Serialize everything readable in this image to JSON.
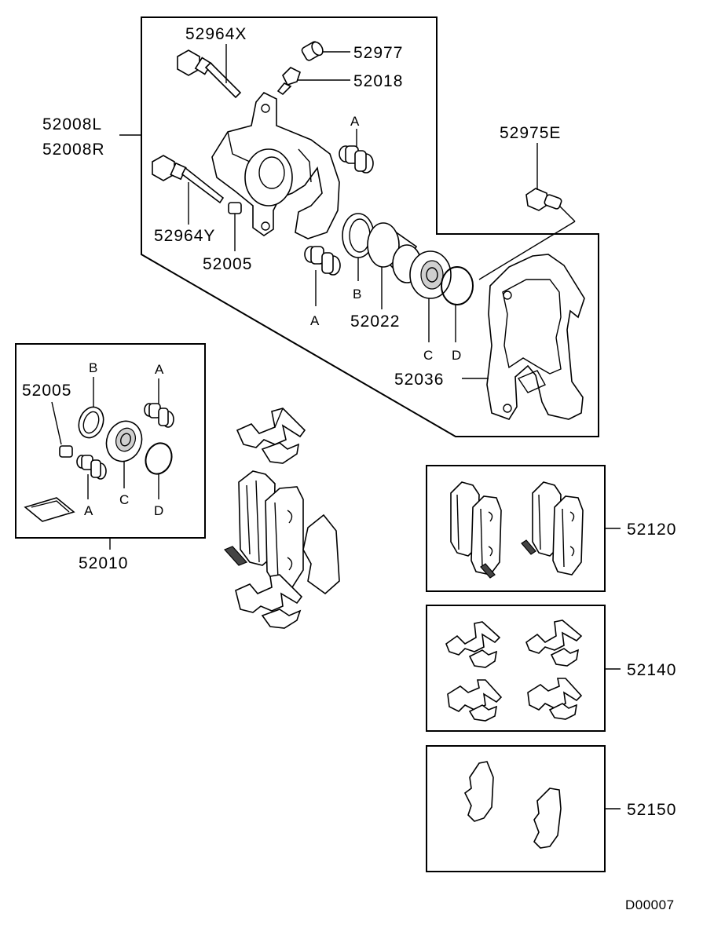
{
  "labels": {
    "caliper_lh": "52008L",
    "caliper_rh": "52008R",
    "guide_pin_upper": "52964X",
    "bleeder_cap": "52977",
    "bleeder_screw": "52018",
    "bracket_bolt": "52975E",
    "guide_pin_lower": "52964Y",
    "bushing": "52005",
    "piston": "52022",
    "support": "52036",
    "seal_kit": "52010",
    "kit_bushing": "52005",
    "pad_set": "52120",
    "clip_kit": "52140",
    "shim_kit": "52150",
    "drawing_code": "D00007"
  },
  "refs": {
    "boot_upper": "A",
    "boot_lower": "A",
    "piston_seal": "B",
    "piston_boot": "C",
    "ring": "D",
    "kit_b": "B",
    "kit_a_upper": "A",
    "kit_a_lower": "A",
    "kit_c": "C",
    "kit_d": "D"
  }
}
